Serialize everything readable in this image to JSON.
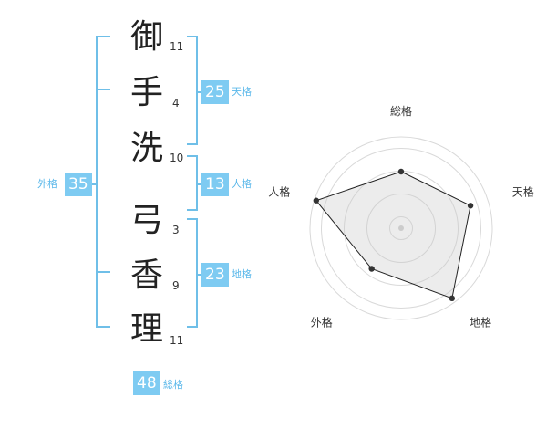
{
  "name_chars": [
    {
      "char": "御",
      "strokes": "11"
    },
    {
      "char": "手",
      "strokes": "4"
    },
    {
      "char": "洗",
      "strokes": "10"
    },
    {
      "char": "弓",
      "strokes": "3"
    },
    {
      "char": "香",
      "strokes": "9"
    },
    {
      "char": "理",
      "strokes": "11"
    }
  ],
  "kaku": {
    "tenkaku": {
      "value": "25",
      "label": "天格"
    },
    "jinkaku": {
      "value": "13",
      "label": "人格"
    },
    "chikaku": {
      "value": "23",
      "label": "地格"
    },
    "gaikaku": {
      "value": "35",
      "label": "外格"
    },
    "soukaku": {
      "value": "48",
      "label": "総格"
    }
  },
  "colors": {
    "accent": "#7ecbf2",
    "accent_text": "#5bb8ea",
    "line": "#6fbfe8"
  },
  "chart_data": {
    "type": "radar",
    "axes": [
      "総格",
      "天格",
      "地格",
      "外格",
      "人格"
    ],
    "values": [
      0.62,
      0.8,
      0.95,
      0.55,
      0.98
    ],
    "rings": 4
  }
}
